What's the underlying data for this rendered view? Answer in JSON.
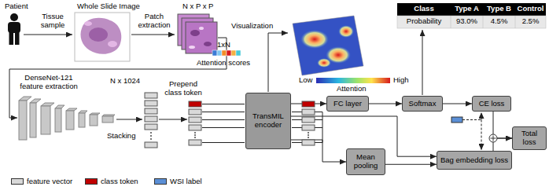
{
  "diagram": {
    "nodes": [
      {
        "text": [
          "TransMIL encoder"
        ]
      },
      {
        "text": [
          "FC layer"
        ]
      },
      {
        "text": [
          "Softmax"
        ]
      },
      {
        "text": [
          "CE loss"
        ]
      },
      {
        "text": [
          "Mean pooling"
        ]
      },
      {
        "text": [
          "Bag embedding loss"
        ]
      },
      {
        "text": [
          "Total loss"
        ]
      }
    ],
    "edges": [
      {
        "from": 0,
        "to": 1,
        "arrow": "to"
      },
      {
        "from": 1,
        "to": 2,
        "arrow": "to"
      },
      {
        "from": 2,
        "to": 3,
        "arrow": "to"
      },
      {
        "from": 0,
        "to": 4,
        "arrow": "to"
      },
      {
        "from": 4,
        "to": 5,
        "arrow": "to"
      },
      {
        "from": 0,
        "to": 5,
        "arrow": "to"
      },
      {
        "from": 3,
        "to": 6,
        "arrow": "to"
      },
      {
        "from": 5,
        "to": 6,
        "arrow": "to"
      }
    ],
    "labels": [
      "Patient",
      "Tissue sample",
      "Whole Slide Image",
      "Patch extraction",
      "N x P x P",
      "Visualization",
      "1xN",
      "Attention scores",
      "Low",
      "High",
      "Attention",
      "Class",
      "Type A",
      "Type B",
      "Control",
      "Probability",
      "93.0%",
      "4.5%",
      "2.5%",
      "DenseNet-121 feature extraction",
      "N x 1024",
      "Stacking",
      "Prepend class token"
    ],
    "legend": [
      {
        "text": "feature vector",
        "color": "#d9d9d9"
      },
      {
        "text": "class token",
        "color": "#c00000"
      },
      {
        "text": "WSI label",
        "color": "#5b8fd6"
      }
    ]
  }
}
